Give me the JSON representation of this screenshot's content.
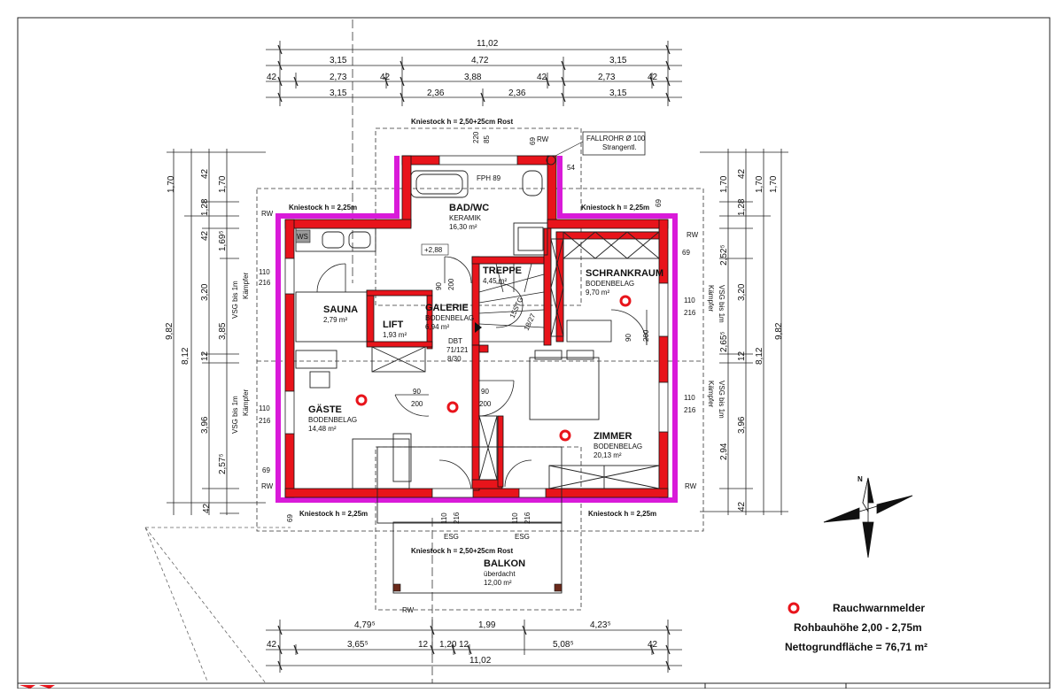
{
  "dims": {
    "top_total": "11,02",
    "top_row1": [
      "3,15",
      "4,72",
      "3,15"
    ],
    "top_row2": [
      "42",
      "2,73",
      "42",
      "3,88",
      "42",
      "2,73",
      "42"
    ],
    "top_row3": [
      "3,15",
      "2,36",
      "2,36",
      "3,15"
    ],
    "bottom_row1": [
      "4,79⁵",
      "1,99",
      "4,23⁵"
    ],
    "bottom_row2": [
      "42",
      "3,65⁵",
      "12",
      "1,20",
      "12",
      "5,08⁵",
      "42"
    ],
    "bottom_total": "11,02",
    "left_outer": [
      "1,70",
      "8,12",
      "9,82",
      "42"
    ],
    "left_inner": [
      "42",
      "1,28",
      "1,70",
      "42",
      "1,69⁵",
      "3,20",
      "3,85",
      "12",
      "3,96",
      "2,57⁵"
    ],
    "right_outer": [
      "1,70",
      "8,12",
      "9,82"
    ],
    "right_inner": [
      "1,70",
      "42",
      "1,28",
      "1,70",
      "2,52⁵",
      "3,20",
      "2,65⁵",
      "12",
      "3,96",
      "2,94",
      "42"
    ],
    "misc": [
      "220",
      "85",
      "69",
      "54",
      "69",
      "69",
      "69",
      "69"
    ]
  },
  "labels": {
    "kniestock_top": "Kniestock h = 2,50+25cm Rost",
    "kniestock_left": "Kniestock h = 2,25m",
    "kniestock_right": "Kniestock h = 2,25m",
    "kniestock_bl": "Kniestock h = 2,25m",
    "kniestock_br": "Kniestock h = 2,25m",
    "kniestock_balkon": "Kniestock h = 2,50+25cm Rost",
    "fallrohr_line1": "FALLROHR Ø 100",
    "fallrohr_line2": "Strangentl.",
    "fph": "FPH 89",
    "level": "+2,88",
    "ws": "WS",
    "dbt": [
      "DBT",
      "71/121",
      "8/30"
    ],
    "stair_steps": [
      "15STG",
      "18/27"
    ],
    "rw": "RW",
    "esg": "ESG",
    "window_sizes": [
      "110",
      "216"
    ],
    "door_sizes": [
      "90",
      "200"
    ],
    "vsg": "VSG bis 1m",
    "kaempfer": "Kämpfer"
  },
  "rooms": [
    {
      "name": "BAD/WC",
      "floor": "KERAMIK",
      "area": "16,30 m²"
    },
    {
      "name": "TREPPE",
      "floor": "",
      "area": "4,45 m²"
    },
    {
      "name": "SCHRANKRAUM",
      "floor": "BODENBELAG",
      "area": "9,70 m²"
    },
    {
      "name": "SAUNA",
      "floor": "",
      "area": "2,79 m²"
    },
    {
      "name": "LIFT",
      "floor": "",
      "area": "1,93 m²"
    },
    {
      "name": "GALERIE",
      "floor": "BODENBELAG",
      "area": "6,94 m²"
    },
    {
      "name": "GÄSTE",
      "floor": "BODENBELAG",
      "area": "14,48 m²"
    },
    {
      "name": "ZIMMER",
      "floor": "BODENBELAG",
      "area": "20,13 m²"
    },
    {
      "name": "BALKON",
      "floor": "überdacht",
      "area": "12,00 m²"
    }
  ],
  "legend": {
    "smoke_detector": "Rauchwarnmelder",
    "rohbau": "Rohbauhöhe 2,00 - 2,75m",
    "netto": "Nettogrundfläche = 76,71 m²"
  },
  "compass": {
    "north": "N"
  },
  "colors": {
    "wall_red": "#e8141b",
    "roof_magenta": "#d91ad9",
    "detector": "#e8141b"
  }
}
